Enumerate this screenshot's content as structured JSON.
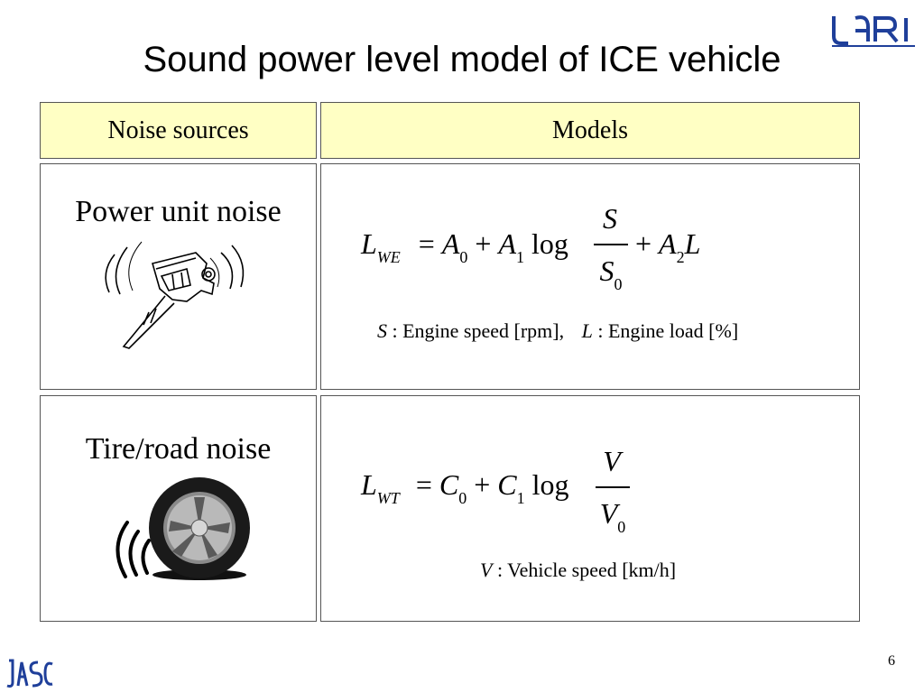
{
  "slide": {
    "title": "Sound power level model of ICE vehicle",
    "page_number": "6"
  },
  "logos": {
    "top_right": "jari-logo",
    "bottom_left": "jasic-logo"
  },
  "table": {
    "header_sources": "Noise sources",
    "header_models": "Models",
    "rows": [
      {
        "source": "Power unit noise",
        "illustration": "engine-noise-icon",
        "equation": {
          "lhs": "L",
          "lhs_sub": "WE",
          "eq": "=",
          "t1": "A",
          "t1_sub": "0",
          "plus1": "+",
          "t2": "A",
          "t2_sub": "1",
          "log": "log",
          "frac_num": "S",
          "frac_den": "S",
          "frac_den_sub": "0",
          "plus2": "+",
          "t3": "A",
          "t3_sub": "2",
          "t3_var": "L"
        },
        "desc1_var": "S",
        "desc1_text": " : Engine speed [rpm],",
        "desc2_var": "L",
        "desc2_text": " : Engine load [%]"
      },
      {
        "source": "Tire/road noise",
        "illustration": "tire-noise-icon",
        "equation": {
          "lhs": "L",
          "lhs_sub": "WT",
          "eq": "=",
          "t1": "C",
          "t1_sub": "0",
          "plus1": "+",
          "t2": "C",
          "t2_sub": "1",
          "log": "log",
          "frac_num": "V",
          "frac_den": "V",
          "frac_den_sub": "0"
        },
        "desc1_var": "V",
        "desc1_text": " : Vehicle speed [km/h]"
      }
    ]
  }
}
